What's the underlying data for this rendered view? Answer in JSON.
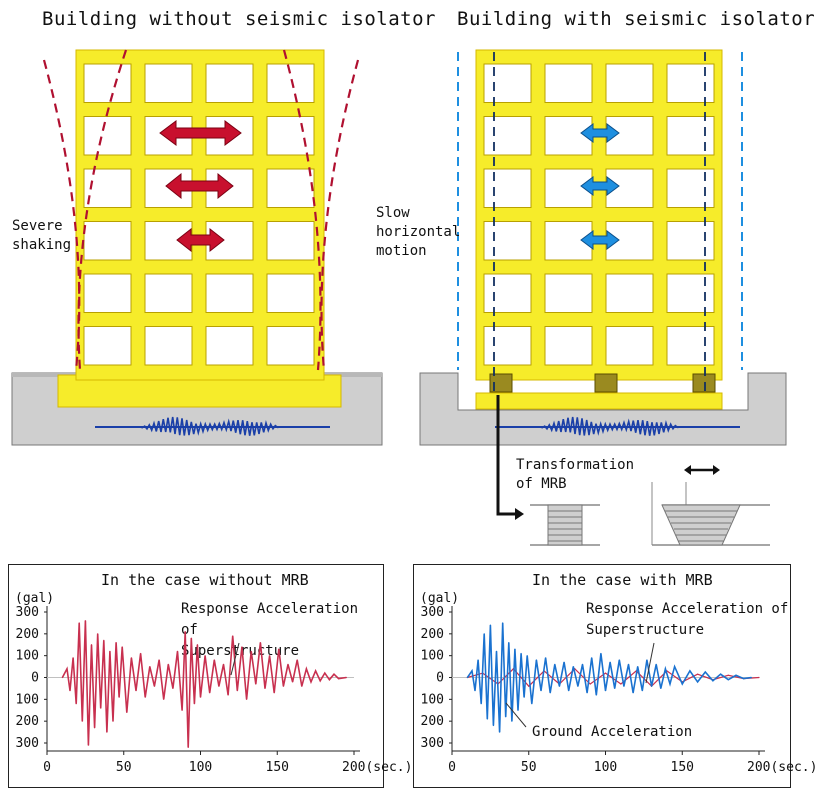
{
  "titles": {
    "left": "Building without seismic isolator",
    "right": "Building with seismic isolator"
  },
  "labels": {
    "severe_shaking": "Severe\nshaking",
    "slow_motion": "Slow\nhorizontal\nmotion",
    "transformation": "Transformation\nof MRB"
  },
  "colors": {
    "building": "#f6ec2a",
    "building_edge": "#d6b800",
    "red_arrow": "#c8102e",
    "blue_arrow": "#1e8fe0",
    "ground": "#cfcfcf",
    "wave": "#1a3fa8",
    "chart_red": "#c8304f",
    "chart_blue": "#1a72d0"
  },
  "icons": {
    "red_arrow": "double-headed-arrow",
    "blue_arrow": "double-headed-arrow",
    "isolator": "rubber-bearing-icon"
  },
  "charts": {
    "unit": "(gal)",
    "left": {
      "title": "In the case without MRB",
      "note": "Response Acceleration of\nSuperstructure"
    },
    "right": {
      "title": "In the case with MRB",
      "note": "Response Acceleration of\nSuperstructure",
      "ground_note": "Ground Acceleration"
    },
    "y_ticks": [
      "300",
      "200",
      "100",
      "0",
      "100",
      "200",
      "300"
    ],
    "x_ticks": [
      "0",
      "50",
      "100",
      "150",
      "200(sec.)"
    ]
  },
  "chart_data": [
    {
      "type": "line",
      "title": "In the case without MRB",
      "ylabel": "(gal)",
      "xlabel": "(sec.)",
      "xlim": [
        0,
        200
      ],
      "ylim": [
        -300,
        300
      ],
      "series": [
        {
          "name": "Response Acceleration of Superstructure",
          "x": [
            10,
            13,
            15,
            17,
            19,
            21,
            23,
            25,
            27,
            29,
            31,
            33,
            35,
            37,
            39,
            41,
            43,
            45,
            47,
            49,
            52,
            55,
            58,
            61,
            64,
            67,
            70,
            73,
            76,
            79,
            82,
            85,
            88,
            90,
            92,
            94,
            96,
            98,
            100,
            103,
            106,
            109,
            112,
            115,
            118,
            121,
            124,
            127,
            130,
            133,
            136,
            139,
            142,
            145,
            148,
            151,
            154,
            157,
            160,
            163,
            166,
            169,
            172,
            175,
            178,
            181,
            184,
            187,
            190,
            195
          ],
          "y": [
            0,
            40,
            -60,
            90,
            -120,
            250,
            -200,
            260,
            -310,
            150,
            -230,
            200,
            -140,
            170,
            -250,
            120,
            -200,
            160,
            -90,
            140,
            -160,
            90,
            -60,
            110,
            -90,
            50,
            -40,
            80,
            -100,
            60,
            -50,
            120,
            -150,
            210,
            -320,
            180,
            -120,
            150,
            -90,
            100,
            -70,
            80,
            -40,
            60,
            -80,
            190,
            -60,
            140,
            -100,
            120,
            -30,
            160,
            -50,
            100,
            -70,
            130,
            -40,
            60,
            -20,
            80,
            -40,
            40,
            -20,
            30,
            -15,
            20,
            -10,
            15,
            -5,
            0
          ]
        }
      ]
    },
    {
      "type": "line",
      "title": "In the case with MRB",
      "ylabel": "(gal)",
      "xlabel": "(sec.)",
      "xlim": [
        0,
        200
      ],
      "ylim": [
        -300,
        300
      ],
      "series": [
        {
          "name": "Response Acceleration of Superstructure",
          "x": [
            10,
            20,
            30,
            40,
            50,
            60,
            70,
            80,
            90,
            100,
            110,
            120,
            130,
            140,
            150,
            160,
            170,
            180,
            190,
            200
          ],
          "y": [
            0,
            20,
            -30,
            40,
            -40,
            30,
            -30,
            40,
            -30,
            20,
            -30,
            30,
            -40,
            30,
            -20,
            15,
            -10,
            10,
            -5,
            0
          ]
        },
        {
          "name": "Ground Acceleration",
          "x": [
            10,
            13,
            15,
            17,
            19,
            21,
            23,
            25,
            27,
            29,
            31,
            33,
            35,
            37,
            39,
            41,
            43,
            45,
            47,
            49,
            52,
            55,
            58,
            61,
            64,
            67,
            70,
            73,
            76,
            79,
            82,
            85,
            88,
            91,
            94,
            97,
            100,
            103,
            106,
            109,
            112,
            115,
            118,
            121,
            124,
            127,
            130,
            133,
            136,
            139,
            142,
            145,
            150,
            155,
            160,
            165,
            170,
            175,
            180,
            185,
            190,
            195
          ],
          "y": [
            0,
            30,
            -60,
            80,
            -120,
            200,
            -190,
            240,
            -220,
            120,
            -250,
            250,
            -180,
            160,
            -200,
            130,
            -150,
            110,
            -90,
            100,
            -120,
            80,
            -60,
            90,
            -70,
            60,
            -40,
            70,
            -60,
            50,
            -40,
            60,
            -70,
            90,
            -80,
            110,
            -60,
            70,
            -50,
            80,
            -40,
            60,
            -70,
            50,
            -60,
            80,
            -40,
            60,
            -50,
            40,
            -30,
            50,
            -30,
            30,
            -20,
            25,
            -15,
            15,
            -10,
            10,
            -5,
            0
          ]
        }
      ]
    }
  ]
}
